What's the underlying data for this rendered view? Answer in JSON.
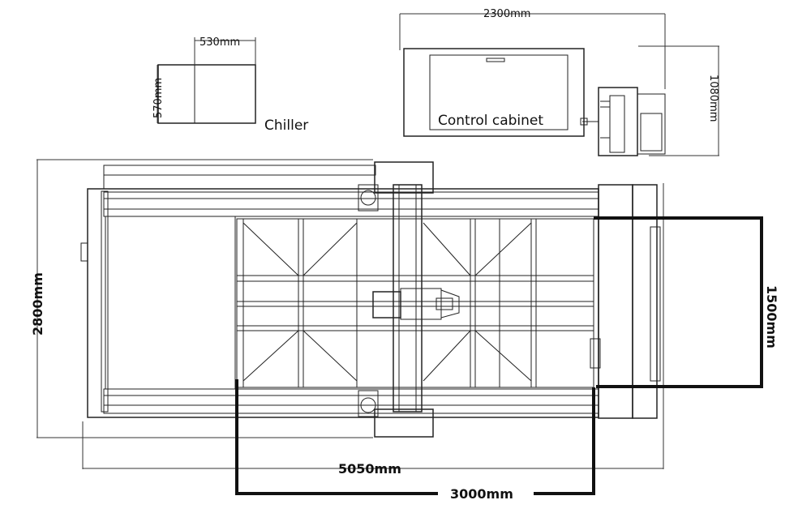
{
  "dimensions": {
    "chiller_width": "530mm",
    "chiller_depth": "570mm",
    "cabinet_width": "2300mm",
    "cabinet_depth": "1080mm",
    "machine_depth": "2800mm",
    "machine_length": "5050mm",
    "work_width": "1500mm",
    "work_length": "3000mm"
  },
  "labels": {
    "chiller": "Chiller",
    "control_cabinet": "Control cabinet"
  }
}
